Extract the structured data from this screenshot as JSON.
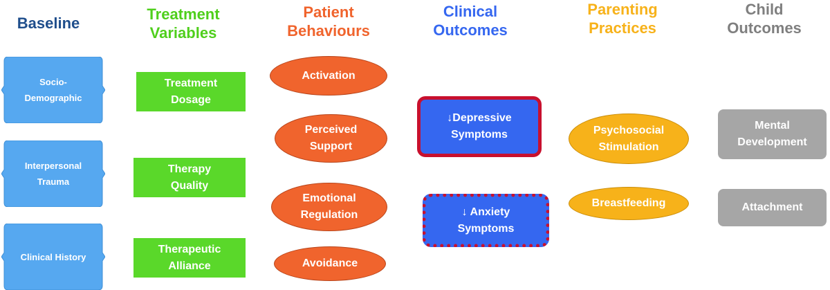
{
  "headers": {
    "baseline": "Baseline",
    "treatment": "Treatment\nVariables",
    "patient": "Patient\nBehaviours",
    "clinical": "Clinical\nOutcomes",
    "parenting": "Parenting\nPractices",
    "child": "Child\nOutcomes"
  },
  "colors": {
    "baseline": "#1f4e8c",
    "treatment": "#4fcf1c",
    "patient": "#f0642d",
    "clinical": "#3567f0",
    "parenting": "#f7b21a",
    "child": "#7f7f7f",
    "baseline_box": "#56a8f0",
    "outline_red": "#c8102e"
  },
  "baseline": [
    "Socio-\nDemographic",
    "Interpersonal\nTrauma",
    "Clinical History"
  ],
  "treatment": [
    "Treatment\nDosage",
    "Therapy\nQuality",
    "Therapeutic\nAlliance"
  ],
  "patient": [
    "Activation",
    "Perceived\nSupport",
    "Emotional\nRegulation",
    "Avoidance"
  ],
  "clinical": [
    "↓Depressive\nSymptoms",
    "↓ Anxiety\nSymptoms"
  ],
  "parenting": [
    "Psychosocial\nStimulation",
    "Breastfeeding"
  ],
  "child": [
    "Mental\nDevelopment",
    "Attachment"
  ]
}
